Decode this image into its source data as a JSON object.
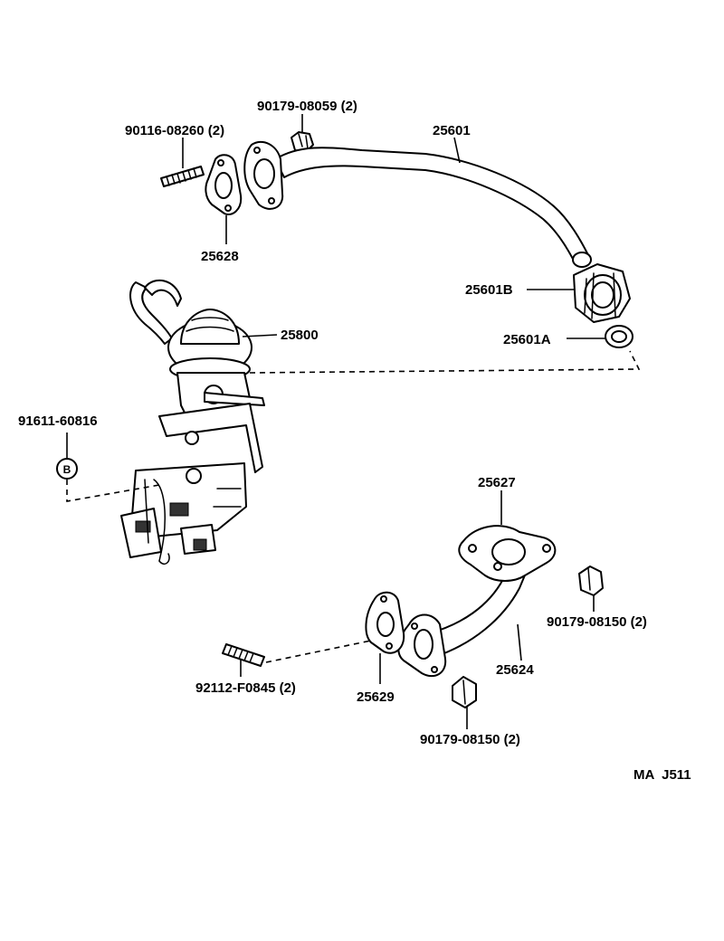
{
  "labels": {
    "p90116": "90116-08260 (2)",
    "p90179_08059": "90179-08059 (2)",
    "p25601": "25601",
    "p25628": "25628",
    "p25601b": "25601B",
    "p25800": "25800",
    "p25601a": "25601A",
    "p91611": "91611-60816",
    "marker_b": "B",
    "p25627": "25627",
    "p90179_08150_right": "90179-08150 (2)",
    "p25624": "25624",
    "p92112": "92112-F0845 (2)",
    "p25629": "25629",
    "p90179_08150_bottom": "90179-08150 (2)",
    "diagram_code": "MA  J511"
  }
}
